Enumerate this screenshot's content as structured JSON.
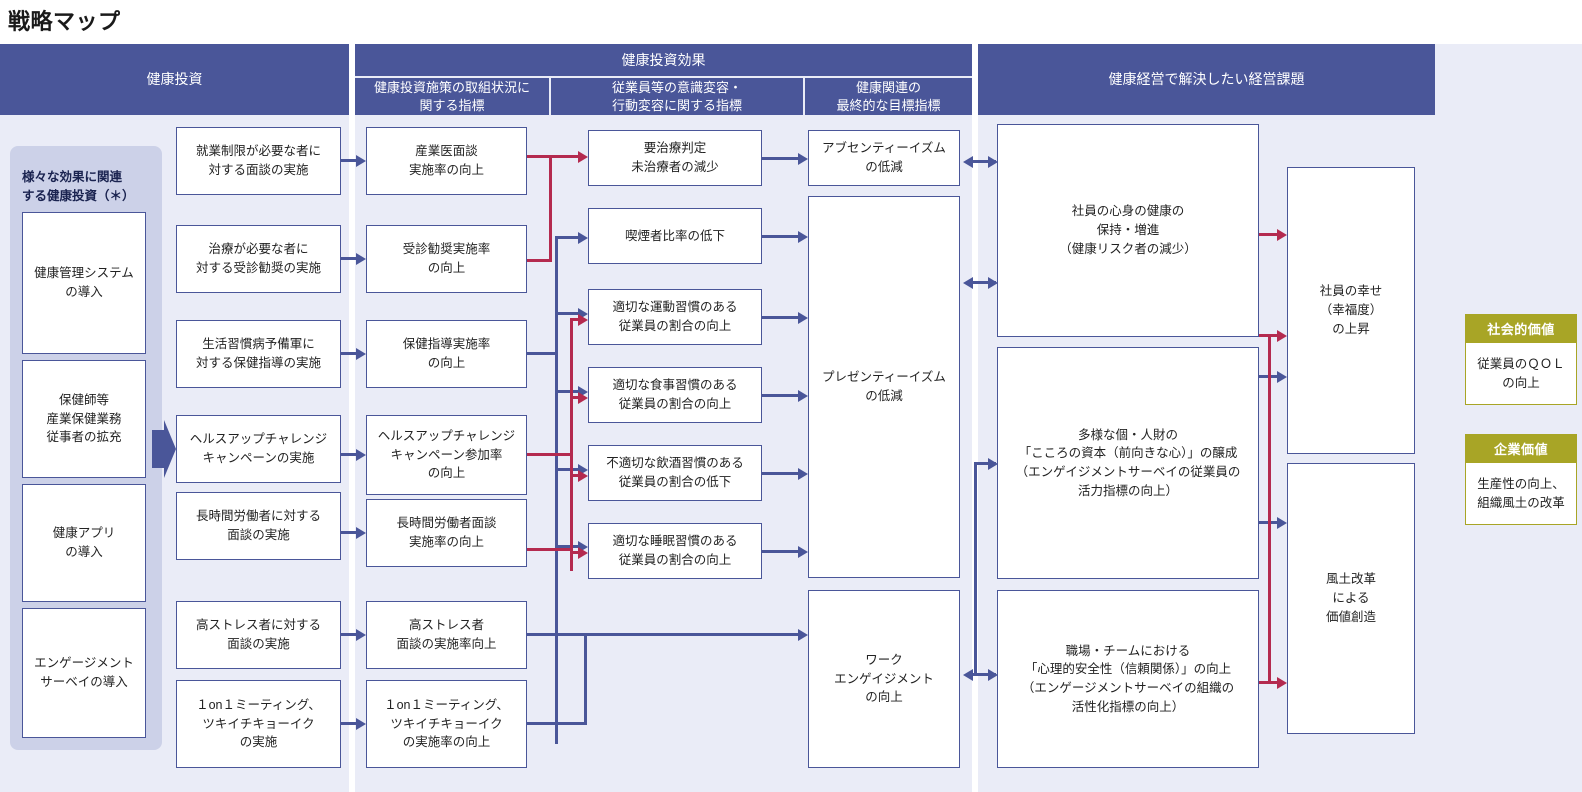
{
  "title": "戦略マップ",
  "colors": {
    "header_bg": "#4a5699",
    "band_bg": "#eaecf7",
    "sidebar_group_bg": "#ccd1e8",
    "arrow_blue": "#4a5699",
    "arrow_red": "#b42a4f",
    "value_olive": "#a8a526"
  },
  "headers": {
    "investment": "健康投資",
    "effect": "健康投資効果",
    "effect_sub": [
      "健康投資施策の取組状況に\n関する指標",
      "従業員等の意識変容・\n行動変容に関する指標",
      "健康関連の\n最終的な目標指標"
    ],
    "management": "健康経営で解決したい経営課題"
  },
  "sidebar": {
    "group_title": "様々な効果に関連\nする健康投資（＊）",
    "items": [
      "健康管理システム\nの導入",
      "保健師等\n産業保健業務\n従事者の拡充",
      "健康アプリ\nの導入",
      "エンゲージメント\nサーベイの導入"
    ]
  },
  "measures": [
    "就業制限が必要な者に\n対する面談の実施",
    "治療が必要な者に\n対する受診勧奨の実施",
    "生活習慣病予備軍に\n対する保健指導の実施",
    "ヘルスアップチャレンジ\nキャンペーンの実施",
    "長時間労働者に対する\n面談の実施",
    "高ストレス者に対する\n面談の実施",
    "１on１ミーティング、\nツキイチキョーイク\nの実施"
  ],
  "status_indicators": [
    "産業医面談\n実施率の向上",
    "受診勧奨実施率\nの向上",
    "保健指導実施率\nの向上",
    "ヘルスアップチャレンジ\nキャンペーン参加率\nの向上",
    "長時間労働者面談\n実施率の向上",
    "高ストレス者\n面談の実施率向上",
    "１on１ミーティング、\nツキイチキョーイク\nの実施率の向上"
  ],
  "behavior_indicators": [
    "要治療判定\n未治療者の減少",
    "喫煙者比率の低下",
    "適切な運動習慣のある\n従業員の割合の向上",
    "適切な食事習慣のある\n従業員の割合の向上",
    "不適切な飲酒習慣のある\n従業員の割合の低下",
    "適切な睡眠習慣のある\n従業員の割合の向上"
  ],
  "final_indicators": [
    "アブセンティーイズム\nの低減",
    "プレゼンティーイズム\nの低減",
    "ワーク\nエンゲイジメント\nの向上"
  ],
  "management_issues": [
    "社員の心身の健康の\n保持・増進\n（健康リスク者の減少）",
    "多様な個・人財の\n「こころの資本（前向きな心）」の醸成\n（エンゲイジメントサーベイの従業員の\n活力指標の向上）",
    "職場・チームにおける\n「心理的安全性（信頼関係）」の向上\n（エンゲージメントサーベイの組織の\n活性化指標の向上）"
  ],
  "outcomes": [
    "社員の幸せ\n（幸福度）\nの上昇",
    "風土改革\nによる\n価値創造"
  ],
  "values": [
    {
      "head": "社会的価値",
      "body": "従業員のＱＯＬ\nの向上"
    },
    {
      "head": "企業価値",
      "body": "生産性の向上、\n組織風土の改革"
    }
  ]
}
